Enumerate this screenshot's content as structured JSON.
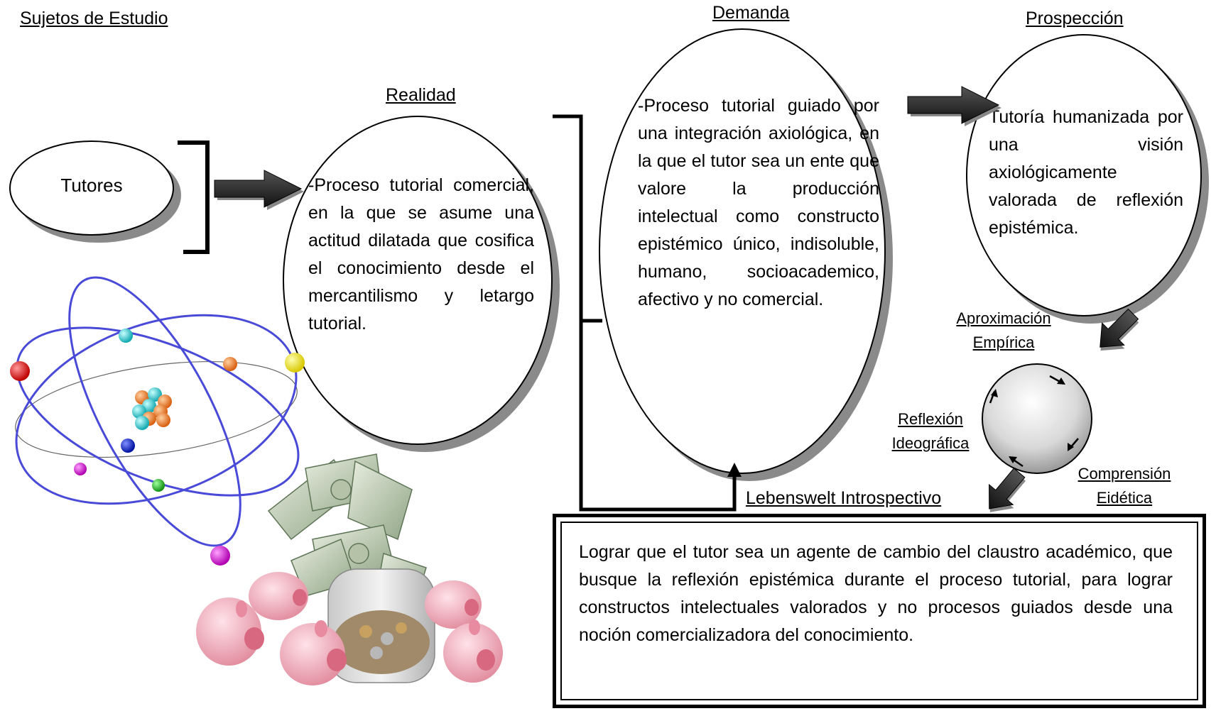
{
  "labels": {
    "sujetos": "Sujetos de Estudio",
    "realidad": "Realidad",
    "demanda": "Demanda",
    "prospeccion": "Prospección",
    "aproximacion_1": "Aproximación",
    "aproximacion_2": "Empírica",
    "reflexion_1": "Reflexión",
    "reflexion_2": "Ideográfica",
    "comprension_1": "Comprensión",
    "comprension_2": "Eidética",
    "lebenswelt": "Lebenswelt Introspectivo"
  },
  "nodes": {
    "tutores": "Tutores",
    "realidad_text": "-Proceso tutorial comercial, en la que se asume una actitud dilatada que cosifica el conocimiento desde el mercantilismo y letargo tutorial.",
    "demanda_text": "-Proceso tutorial guiado por una integración axiológica, en la que el tutor sea un ente que valore la producción intelectual como constructo epistémico único, indisoluble, humano, socioacademico, afectivo y no comercial.",
    "prospeccion_text": "Tutoría humanizada por una visión axiológicamente valorada de reflexión epistémica.",
    "objetivo_text": "Lograr que el tutor sea un agente de cambio del claustro académico, que busque la reflexión epistémica durante el proceso tutorial, para lograr constructos intelectuales valorados y no procesos guiados desde una noción comercializadora del conocimiento."
  },
  "illustrations": [
    "atom-illustration",
    "money-jar-and-piggy-banks-illustration"
  ],
  "colors": {
    "orbit": "#4a4ad8",
    "shadow": "#8a8a8a",
    "arrow": "#222222"
  }
}
